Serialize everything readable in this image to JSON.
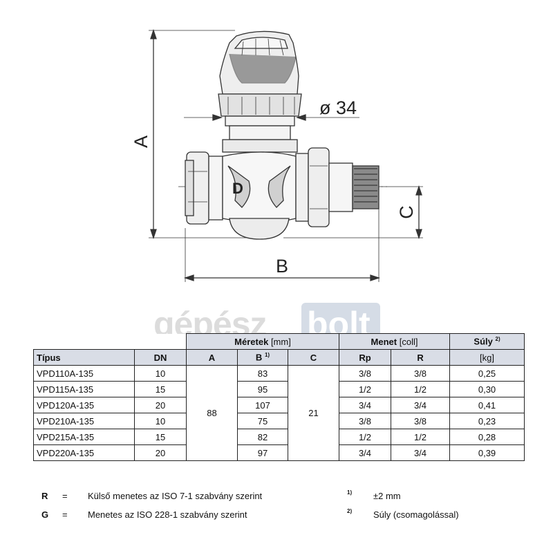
{
  "drawing": {
    "dims": {
      "a": "A",
      "b": "B",
      "c": "C",
      "diameter": "ø 34",
      "valve_mark": "D"
    }
  },
  "watermark": {
    "left": "gépész",
    "right": "bolt"
  },
  "table": {
    "group_headers": {
      "meretek": "Méretek",
      "meretek_unit": "[mm]",
      "menet": "Menet",
      "menet_unit": "[coll]",
      "suly": "Súly",
      "suly_sup": "2)"
    },
    "col_headers": {
      "tipus": "Típus",
      "dn": "DN",
      "a": "A",
      "b": "B",
      "b_sup": "1)",
      "c": "C",
      "rp": "Rp",
      "r": "R",
      "kg": "[kg]"
    },
    "merged": {
      "a": "88",
      "c": "21"
    },
    "rows": [
      {
        "type": "VPD110A-135",
        "dn": "10",
        "b": "83",
        "rp": "3/8",
        "r": "3/8",
        "weight": "0,25"
      },
      {
        "type": "VPD115A-135",
        "dn": "15",
        "b": "95",
        "rp": "1/2",
        "r": "1/2",
        "weight": "0,30"
      },
      {
        "type": "VPD120A-135",
        "dn": "20",
        "b": "107",
        "rp": "3/4",
        "r": "3/4",
        "weight": "0,41"
      },
      {
        "type": "VPD210A-135",
        "dn": "10",
        "b": "75",
        "rp": "3/8",
        "r": "3/8",
        "weight": "0,23"
      },
      {
        "type": "VPD215A-135",
        "dn": "15",
        "b": "82",
        "rp": "1/2",
        "r": "1/2",
        "weight": "0,28"
      },
      {
        "type": "VPD220A-135",
        "dn": "20",
        "b": "97",
        "rp": "3/4",
        "r": "3/4",
        "weight": "0,39"
      }
    ]
  },
  "notes": {
    "r_key": "R",
    "r_eq": "=",
    "r_text": "Külső menetes az ISO 7-1 szabvány szerint",
    "g_key": "G",
    "g_eq": "=",
    "g_text": "Menetes az ISO 228-1 szabvány szerint",
    "fn1_mark": "1)",
    "fn1_text": "±2 mm",
    "fn2_mark": "2)",
    "fn2_text": "Súly (csomagolással)"
  },
  "colors": {
    "header_bg": "#d9dde6",
    "watermark_box": "#d5dce6",
    "line": "#333333"
  }
}
